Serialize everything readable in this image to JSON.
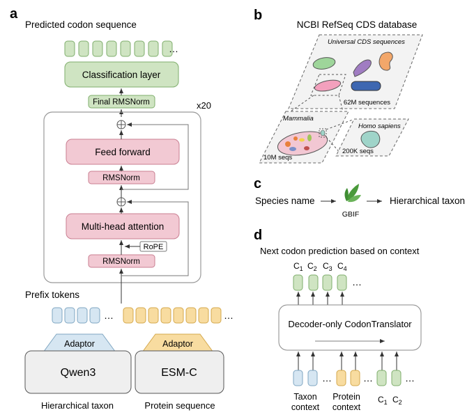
{
  "panel_a": {
    "letter": "a",
    "output_title": "Predicted codon sequence",
    "ellipsis": "…",
    "classification_layer": "Classification layer",
    "final_norm": "Final RMSNorm",
    "repeat": "x20",
    "feed_forward": "Feed forward",
    "norm_ff": "RMSNorm",
    "attention": "Multi-head attention",
    "rope": "RoPE",
    "norm_attn": "RMSNorm",
    "prefix_title": "Prefix tokens",
    "adaptor_left": "Adaptor",
    "adaptor_right": "Adaptor",
    "encoder_left": "Qwen3",
    "encoder_right": "ESM-C",
    "caption_left": "Hierarchical taxon",
    "caption_right": "Protein sequence"
  },
  "panel_b": {
    "letter": "b",
    "title": "NCBI RefSeq CDS database",
    "universal": "Universal CDS sequences",
    "universal_count": "62M sequences",
    "mammalia": "Mammalia",
    "mammalia_count": "10M seqs",
    "homo": "Homo sapiens",
    "homo_count": "200K seqs"
  },
  "panel_c": {
    "letter": "c",
    "input": "Species name",
    "tool": "GBIF",
    "output": "Hierarchical taxon"
  },
  "panel_d": {
    "letter": "d",
    "title": "Next codon prediction based on context",
    "out1": "C",
    "out1_sub": "1",
    "out2": "C",
    "out2_sub": "2",
    "out3": "C",
    "out3_sub": "3",
    "out4": "C",
    "out4_sub": "4",
    "ellipsis": "…",
    "model": "Decoder-only CodonTranslator",
    "taxon_line1": "Taxon",
    "taxon_line2": "context",
    "protein_line1": "Protein",
    "protein_line2": "context",
    "in1": "C",
    "in1_sub": "1",
    "in2": "C",
    "in2_sub": "2"
  },
  "colors": {
    "green_fill": "#cfe4c2",
    "green_stroke": "#7fae6c",
    "pink_fill": "#f2c9d3",
    "pink_stroke": "#c97f92",
    "blue_fill": "#d6e6f2",
    "blue_stroke": "#7fa6c2",
    "yellow_fill": "#f8dca0",
    "yellow_stroke": "#d4a84c",
    "gray_fill": "#efefef",
    "gray_stroke": "#555555"
  }
}
